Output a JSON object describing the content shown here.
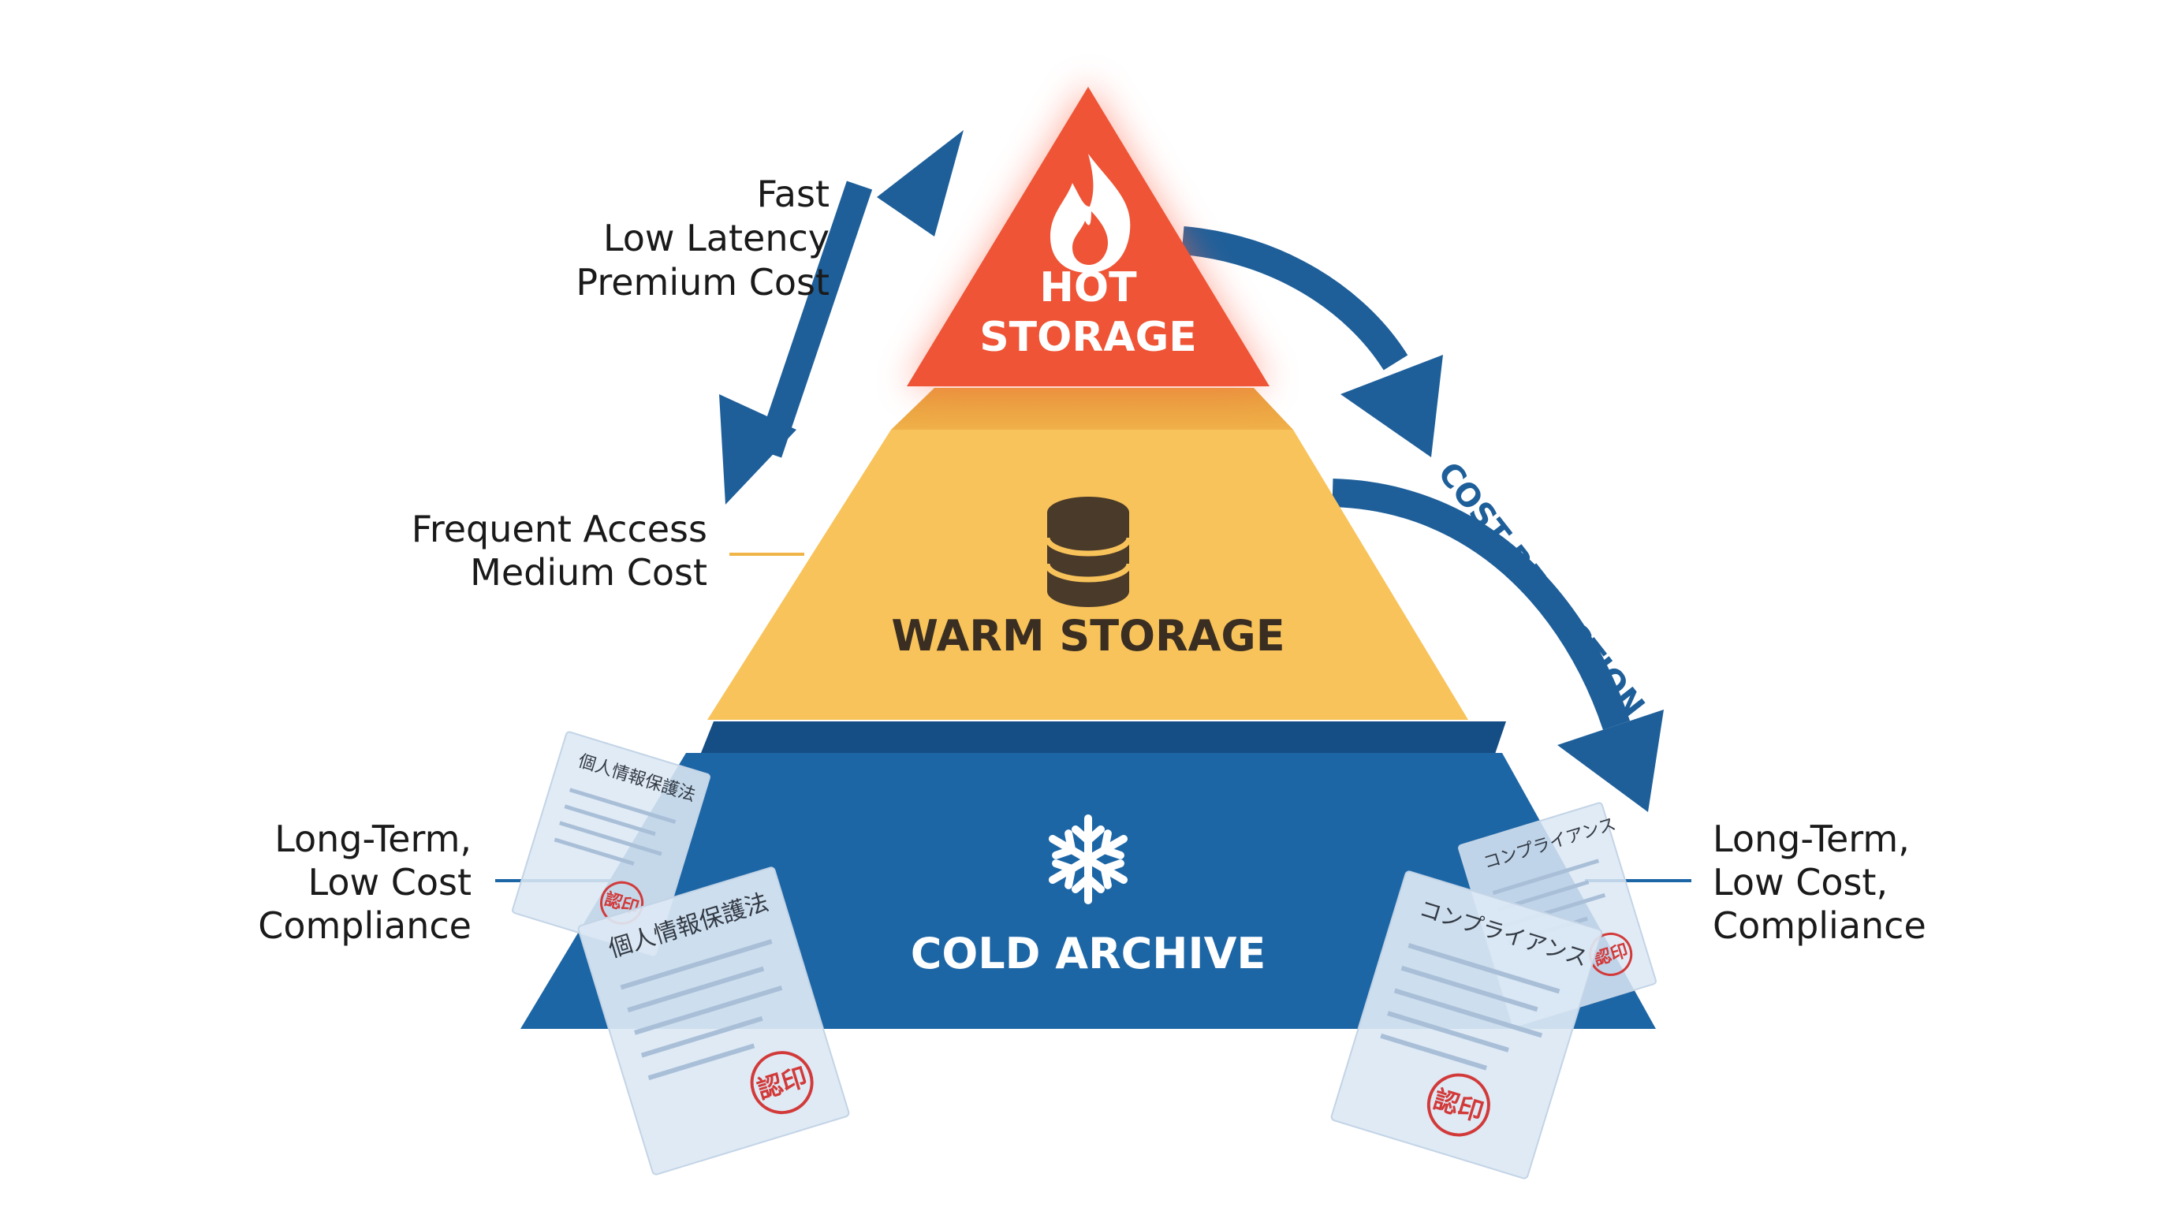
{
  "colors": {
    "hot": "#EE5435",
    "warm": "#F8C35A",
    "cold": "#1D66A6",
    "arrow": "#1E5F9A",
    "stamp": "#D23A3A"
  },
  "tiers": {
    "hot": {
      "line1": "HOT",
      "line2": "STORAGE",
      "icon": "flame-icon"
    },
    "warm": {
      "label": "WARM STORAGE",
      "icon": "database-icon"
    },
    "cold": {
      "label": "COLD ARCHIVE",
      "icon": "snowflake-icon"
    }
  },
  "annotations": {
    "hot": [
      "Fast",
      "Low Latency",
      "Premium Cost"
    ],
    "warm": [
      "Frequent Access",
      "Medium Cost"
    ],
    "cold_left": [
      "Long-Term,",
      "Low Cost",
      "Compliance"
    ],
    "cold_right": [
      "Long-Term,",
      "Low Cost,",
      "Compliance"
    ]
  },
  "cost_reduction_label": "COST REDUCTION",
  "documents": {
    "privacy_title": "個人情報保護法",
    "compliance_title": "コンプライアンス",
    "stamp": "認印"
  }
}
